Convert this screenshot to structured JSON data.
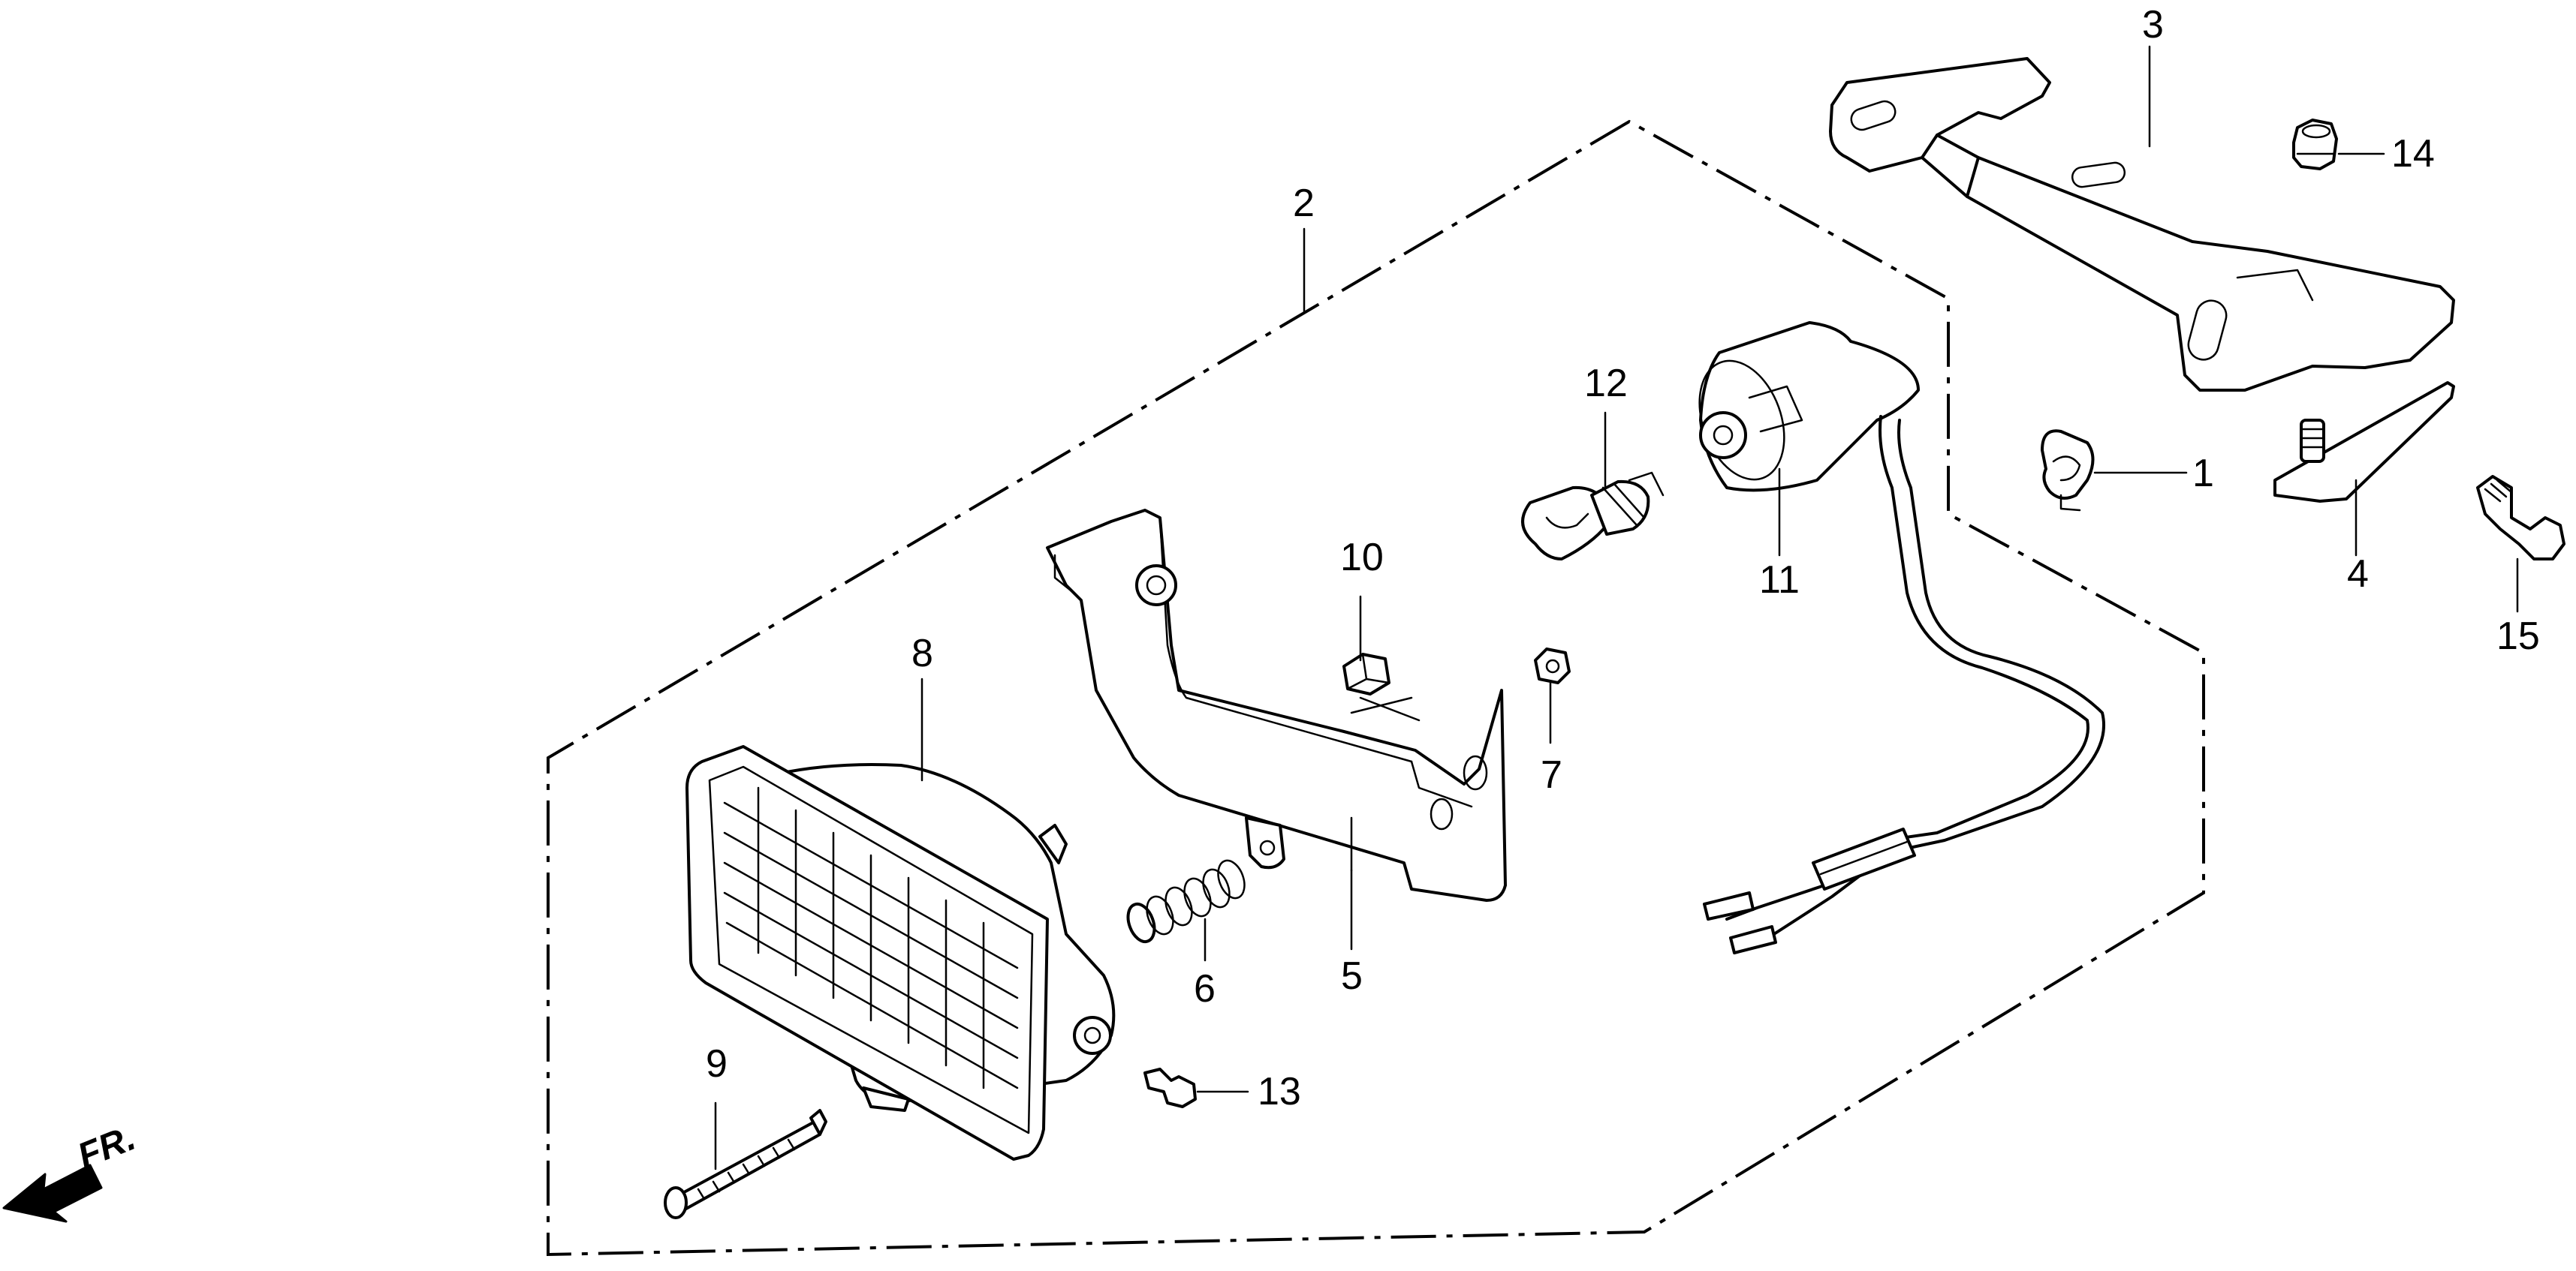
{
  "diagram": {
    "type": "exploded-parts-diagram",
    "direction_marker": "FR.",
    "callouts": {
      "p1": "1",
      "p2": "2",
      "p3": "3",
      "p4": "4",
      "p5": "5",
      "p6": "6",
      "p7": "7",
      "p8": "8",
      "p9": "9",
      "p10": "10",
      "p11": "11",
      "p12": "12",
      "p13": "13",
      "p14": "14",
      "p15": "15"
    }
  }
}
